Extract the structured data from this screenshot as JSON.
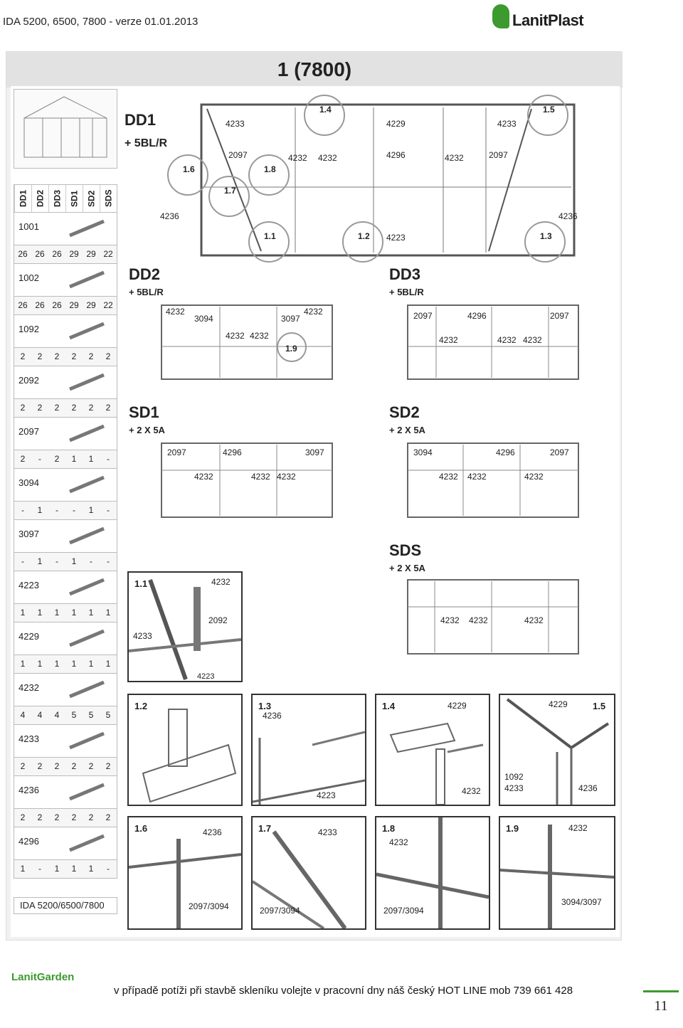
{
  "header": {
    "title": "IDA 5200, 6500, 7800 - verze 01.01.2013",
    "brand": "LanitPlast"
  },
  "sheet": {
    "title": "1 (7800)"
  },
  "parts_table": {
    "columns": [
      "DD1",
      "DD2",
      "DD3",
      "SD1",
      "SD2",
      "SDS"
    ],
    "parts": [
      {
        "code": "1001",
        "qty": [
          "26",
          "26",
          "26",
          "29",
          "29",
          "22"
        ]
      },
      {
        "code": "1002",
        "qty": [
          "26",
          "26",
          "26",
          "29",
          "29",
          "22"
        ]
      },
      {
        "code": "1092",
        "qty": [
          "2",
          "2",
          "2",
          "2",
          "2",
          "2"
        ]
      },
      {
        "code": "2092",
        "qty": [
          "2",
          "2",
          "2",
          "2",
          "2",
          "2"
        ]
      },
      {
        "code": "2097",
        "qty": [
          "2",
          "-",
          "2",
          "1",
          "1",
          "-"
        ]
      },
      {
        "code": "3094",
        "qty": [
          "-",
          "1",
          "-",
          "-",
          "1",
          "-"
        ]
      },
      {
        "code": "3097",
        "qty": [
          "-",
          "1",
          "-",
          "1",
          "-",
          "-"
        ]
      },
      {
        "code": "4223",
        "qty": [
          "1",
          "1",
          "1",
          "1",
          "1",
          "1"
        ]
      },
      {
        "code": "4229",
        "qty": [
          "1",
          "1",
          "1",
          "1",
          "1",
          "1"
        ]
      },
      {
        "code": "4232",
        "qty": [
          "4",
          "4",
          "4",
          "5",
          "5",
          "5"
        ]
      },
      {
        "code": "4233",
        "qty": [
          "2",
          "2",
          "2",
          "2",
          "2",
          "2"
        ]
      },
      {
        "code": "4236",
        "qty": [
          "2",
          "2",
          "2",
          "2",
          "2",
          "2"
        ]
      },
      {
        "code": "4296",
        "qty": [
          "1",
          "-",
          "1",
          "1",
          "1",
          "-"
        ]
      }
    ],
    "footer": "IDA 5200/6500/7800"
  },
  "dd1": {
    "title": "DD1",
    "sub": "+ 5BL/R",
    "labels": [
      "4233",
      "2097",
      "4232",
      "4232",
      "4229",
      "4296",
      "4232",
      "2097",
      "4233",
      "4236",
      "4223",
      "4236"
    ],
    "circles": [
      "1.4",
      "1.5",
      "1.6",
      "1.8",
      "1.7",
      "1.1",
      "1.2",
      "1.3"
    ]
  },
  "dd2": {
    "title": "DD2",
    "sub": "+ 5BL/R",
    "labels": [
      "4232",
      "3094",
      "4232",
      "4232",
      "3097",
      "4232"
    ],
    "circle": "1.9"
  },
  "dd3": {
    "title": "DD3",
    "sub": "+ 5BL/R",
    "labels": [
      "2097",
      "4296",
      "2097",
      "4232",
      "4232",
      "4232"
    ]
  },
  "sd1": {
    "title": "SD1",
    "sub": "+ 2 X 5A",
    "labels": [
      "2097",
      "4296",
      "3097",
      "4232",
      "4232",
      "4232"
    ]
  },
  "sd2": {
    "title": "SD2",
    "sub": "+ 2 X 5A",
    "labels": [
      "3094",
      "4296",
      "2097",
      "4232",
      "4232",
      "4232"
    ]
  },
  "sds": {
    "title": "SDS",
    "sub": "+ 2 X 5A",
    "labels": [
      "4232",
      "4232",
      "4232"
    ]
  },
  "details": [
    {
      "tag": "1.1",
      "labels": [
        "4232",
        "2092",
        "4233",
        "4223"
      ]
    },
    {
      "tag": "1.2",
      "labels": []
    },
    {
      "tag": "1.3",
      "labels": [
        "4236",
        "4223"
      ]
    },
    {
      "tag": "1.4",
      "labels": [
        "4229",
        "4232"
      ]
    },
    {
      "tag": "1.5",
      "labels": [
        "4229",
        "1092",
        "4233",
        "4236"
      ]
    },
    {
      "tag": "1.6",
      "labels": [
        "4236",
        "2097/3094"
      ]
    },
    {
      "tag": "1.7",
      "labels": [
        "4233",
        "2097/3094"
      ]
    },
    {
      "tag": "1.8",
      "labels": [
        "4232",
        "2097/3094"
      ]
    },
    {
      "tag": "1.9",
      "labels": [
        "4232",
        "3094/3097"
      ]
    }
  ],
  "footer": {
    "brand": "LanitGarden",
    "hotline": "v případě potíži při stavbě skleníku volejte v pracovní dny náš český HOT LINE mob 739 661 428",
    "page": "11"
  }
}
